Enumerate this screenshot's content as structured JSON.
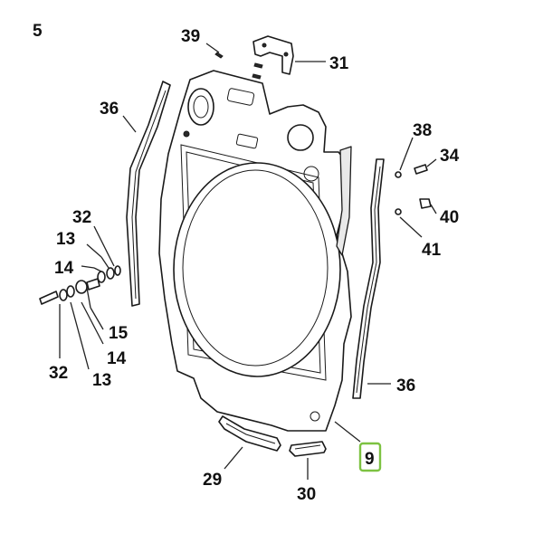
{
  "corner_mark": "5",
  "callouts": {
    "c39": "39",
    "c31": "31",
    "c36a": "36",
    "c38": "38",
    "c34": "34",
    "c32a": "32",
    "c40": "40",
    "c13a": "13",
    "c41": "41",
    "c14a": "14",
    "c15": "15",
    "c14b": "14",
    "c32b": "32",
    "c13b": "13",
    "c36b": "36",
    "c9": "9",
    "c29": "29",
    "c30": "30"
  },
  "highlight_color": "#7dc242"
}
